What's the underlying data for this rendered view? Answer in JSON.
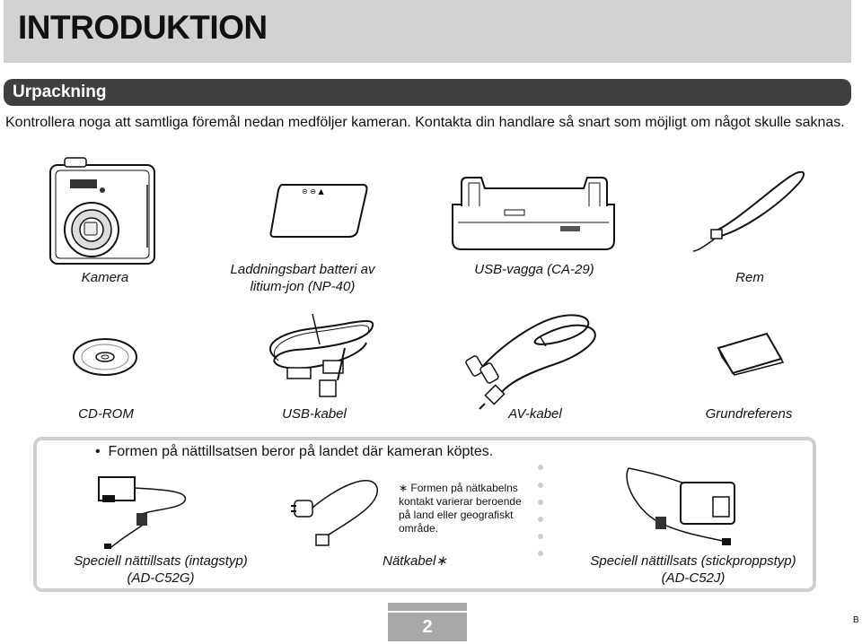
{
  "header": {
    "title": "INTRODUKTION"
  },
  "section": {
    "title": "Urpackning"
  },
  "intro_text": "Kontrollera noga att samtliga föremål nedan medföljer kameran. Kontakta din handlare så snart som möjligt om något skulle saknas.",
  "items": [
    {
      "label": "Kamera"
    },
    {
      "label": "Laddningsbart batteri av litium-jon (NP-40)"
    },
    {
      "label": "USB-vagga (CA-29)"
    },
    {
      "label": "Rem"
    },
    {
      "label": "CD-ROM"
    },
    {
      "label": "USB-kabel"
    },
    {
      "label": "AV-kabel"
    },
    {
      "label": "Grundreferens"
    }
  ],
  "battery_markings": "⊝ ⊖ ▲",
  "adapter_box": {
    "bullet_text": "Formen på nättillsatsen beror på landet där kameran köptes.",
    "note": "∗ Formen på nätkabelns kontakt varierar beroende på land eller geografiskt område.",
    "items": [
      {
        "label": "Speciell nättillsats (intagstyp) (AD-C52G)"
      },
      {
        "label": "Nätkabel∗"
      },
      {
        "label": "Speciell nättillsats (stickproppstyp) (AD-C52J)"
      }
    ]
  },
  "footer": {
    "page_number": "2",
    "side_letter": "B"
  }
}
